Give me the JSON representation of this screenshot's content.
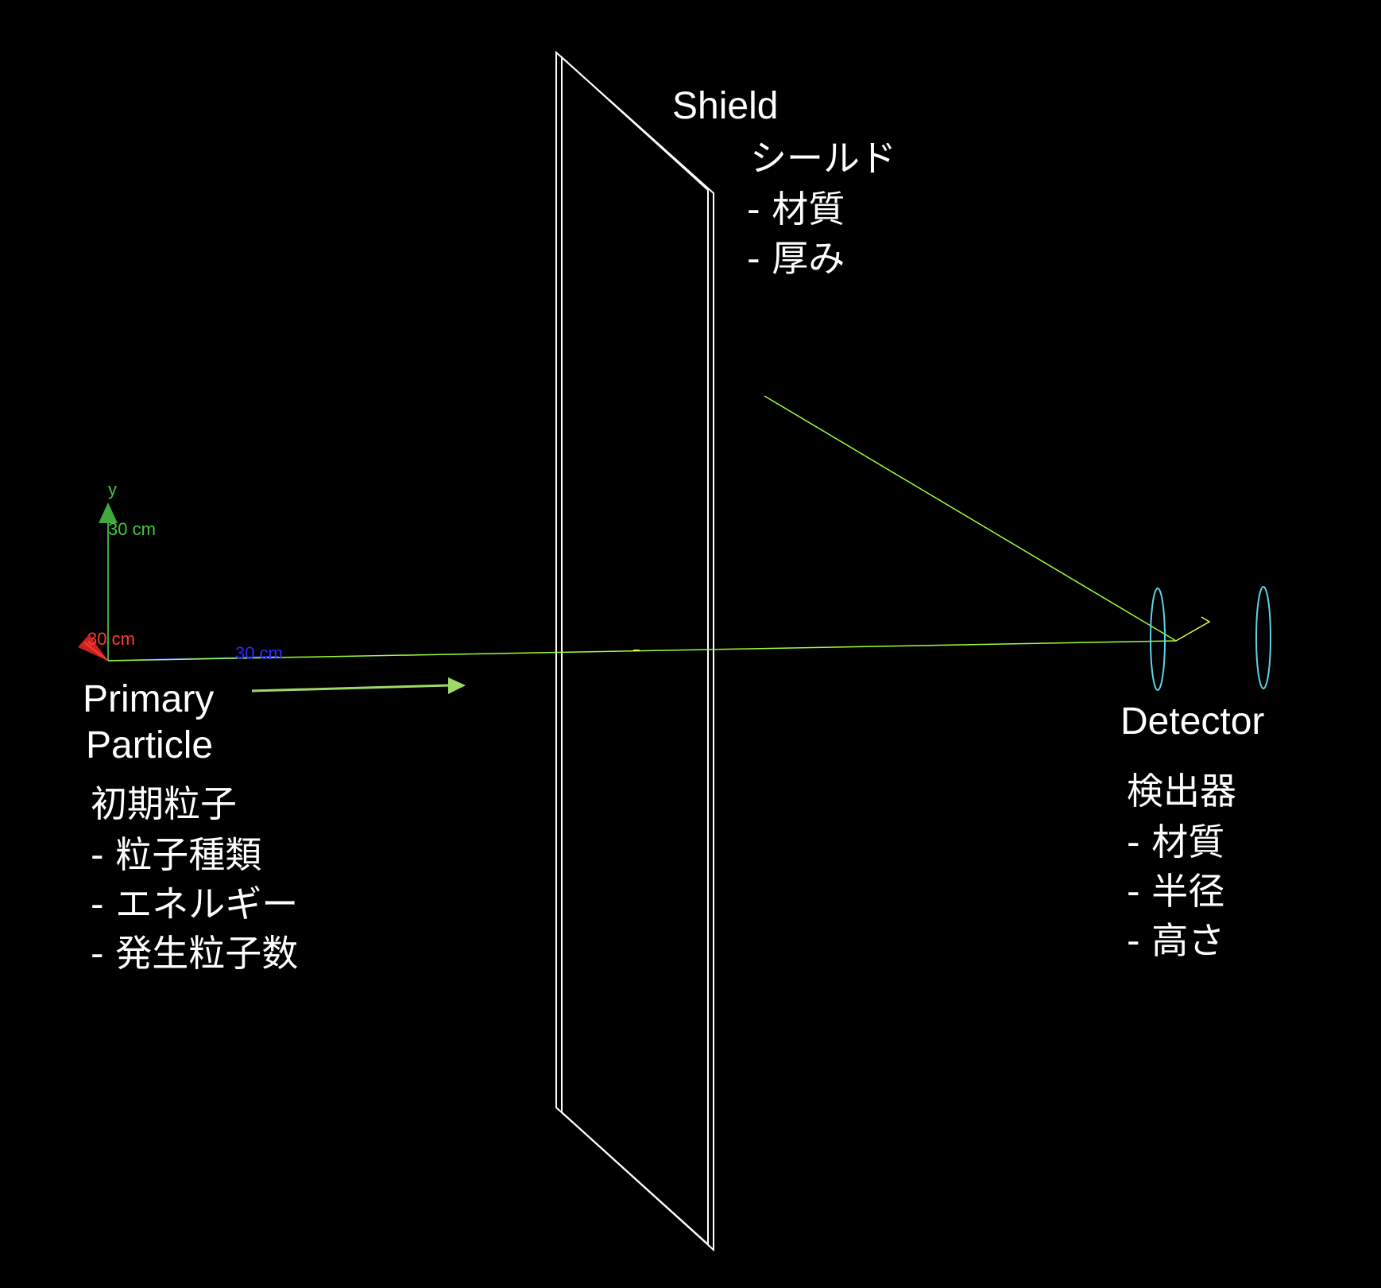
{
  "colors": {
    "background": "#000000",
    "shield_outline": "#ffffff",
    "track": "#9cff3a",
    "arrow": "#9fd86a",
    "detector": "#5fd3e6",
    "axis_x": "#ff3b2f",
    "axis_y": "#3fc83f",
    "axis_z": "#2a2aff"
  },
  "axes": {
    "y_name": "y",
    "y_label": "30 cm",
    "x_label": "30 cm",
    "z_label": "30 cm"
  },
  "shield": {
    "title": "Shield",
    "name_ja": "シールド",
    "props": [
      "- 材質",
      "- 厚み"
    ]
  },
  "primary": {
    "title_line1": "Primary",
    "title_line2": "Particle",
    "name_ja": "初期粒子",
    "props": [
      "- 粒子種類",
      "- エネルギー",
      "- 発生粒子数"
    ]
  },
  "detector": {
    "title": "Detector",
    "name_ja": "検出器",
    "props": [
      "- 材質",
      "- 半径",
      "- 高さ"
    ]
  }
}
